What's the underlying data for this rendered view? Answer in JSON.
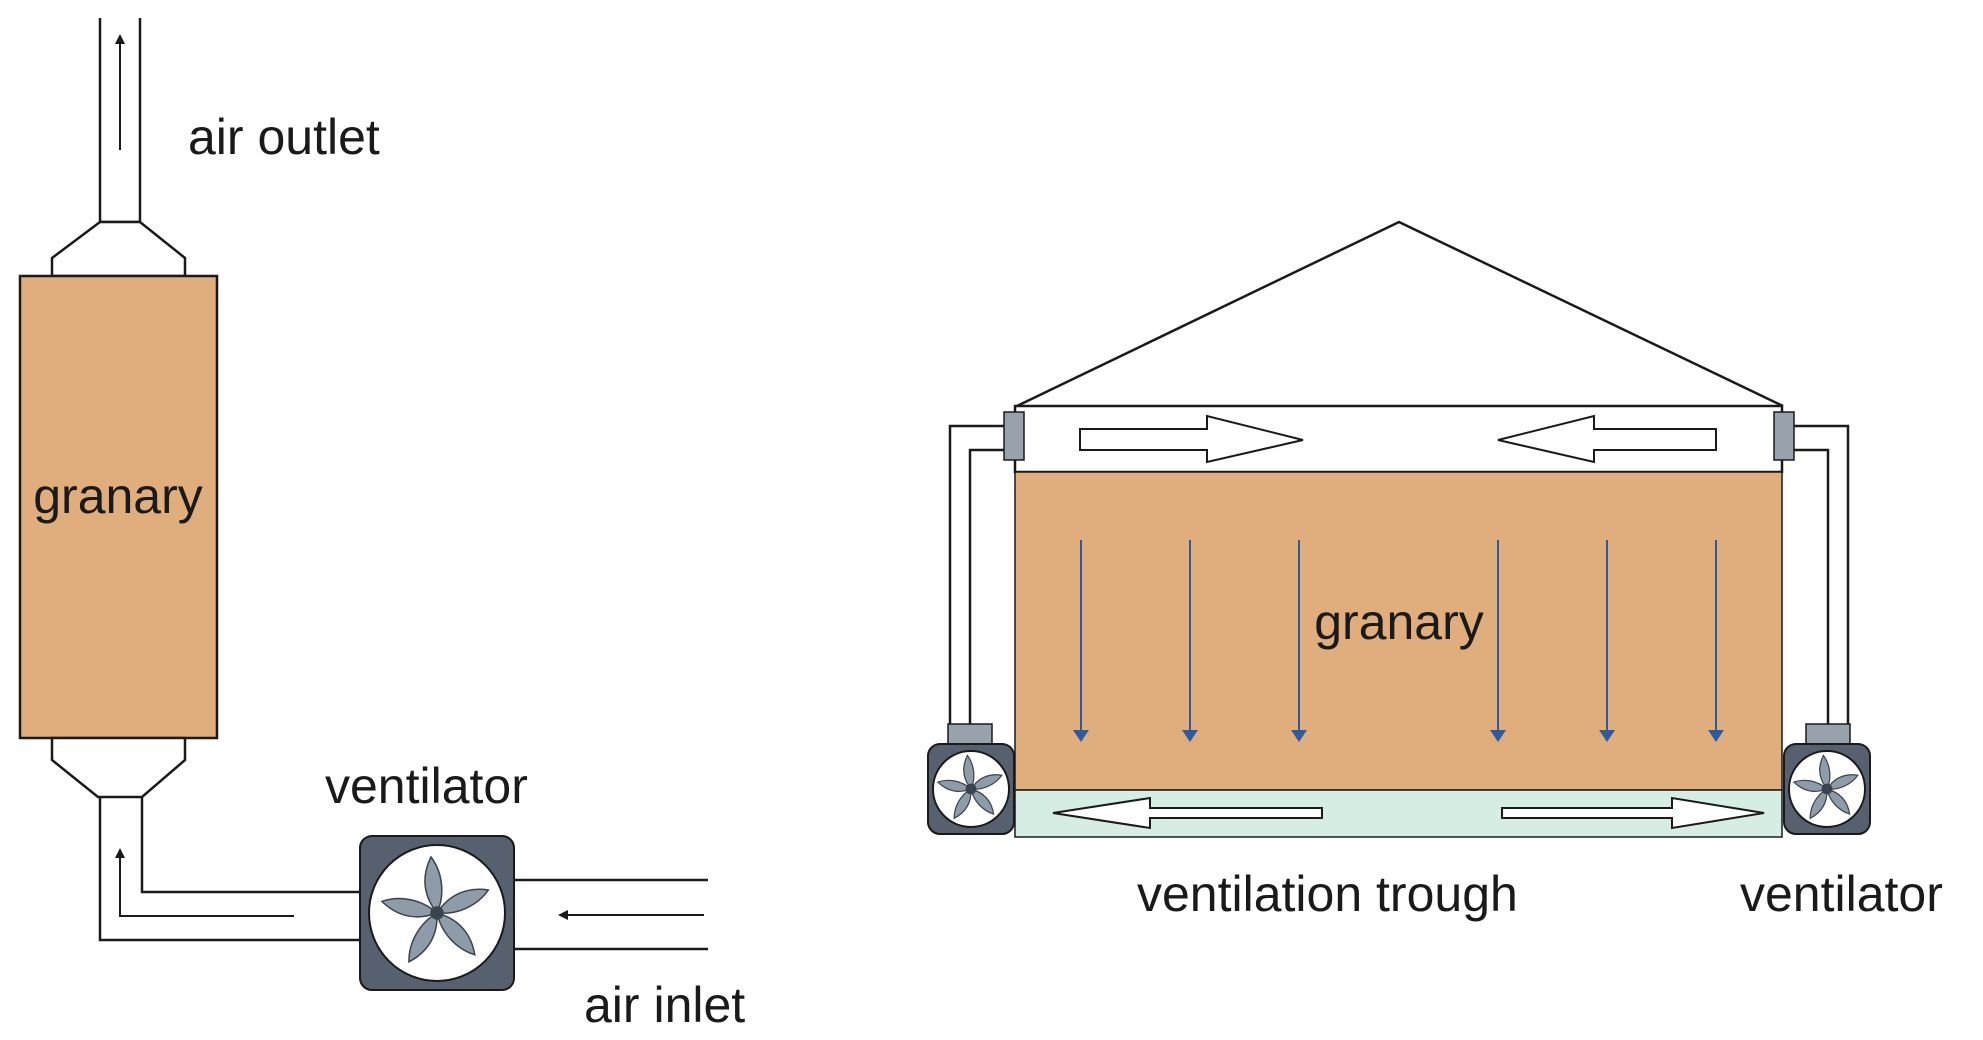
{
  "colors": {
    "grain": "#E0AE7C",
    "trough": "#D6EDE4",
    "fan_body": "#56606E",
    "blade": "#8E9BA8",
    "connector": "#98A2AD",
    "line": "#1a1a1a",
    "flow_arrow": "#2E5A9E"
  },
  "left_diagram": {
    "air_outlet_label": "air outlet",
    "granary_label": "granary",
    "ventilator_label": "ventilator",
    "air_inlet_label": "air inlet",
    "icons": [
      "fan-icon",
      "arrow-up-icon",
      "arrow-left-icon"
    ]
  },
  "right_diagram": {
    "granary_label": "granary",
    "ventilation_trough_label": "ventilation trough",
    "ventilator_label": "ventilator",
    "downward_flow_arrow_count": 6,
    "icons": [
      "fan-icon",
      "hollow-arrow-right-icon",
      "hollow-arrow-left-icon",
      "arrow-down-icon"
    ]
  }
}
